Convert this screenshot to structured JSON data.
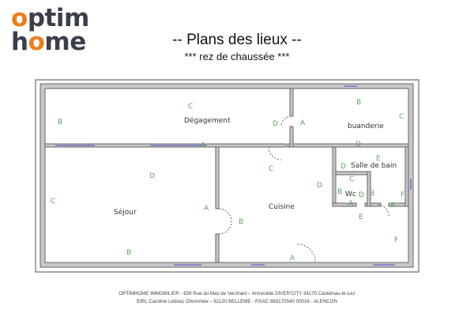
{
  "logo": {
    "line1_o": "o",
    "line1_rest": "ptim",
    "line2_h": "h",
    "line2_o": "o",
    "line2_rest": "me",
    "accent": "#f07d1a",
    "dark": "#3a3f4a"
  },
  "header": {
    "title": "-- Plans des lieux --",
    "subtitle": "*** rez de chaussée ***"
  },
  "rooms": {
    "degagement": {
      "name": "Dégagement",
      "walls": [
        "B",
        "C",
        "D",
        "A"
      ]
    },
    "buanderie": {
      "name": "buanderie",
      "walls": [
        "A",
        "B",
        "C",
        "D"
      ]
    },
    "salle_de_bain": {
      "name": "Salle de bain",
      "walls": [
        "D",
        "E",
        "F",
        "B",
        "A"
      ]
    },
    "wc": {
      "name": "Wc",
      "walls": [
        "B",
        "C",
        "D",
        "A"
      ]
    },
    "sejour": {
      "name": "Séjour",
      "walls": [
        "C",
        "D",
        "A",
        "B"
      ]
    },
    "cuisine": {
      "name": "Cuisine",
      "walls": [
        "C",
        "D",
        "B",
        "A",
        "E",
        "F"
      ]
    }
  },
  "labels": {
    "deg_B": "B",
    "deg_C": "C",
    "deg_D": "D",
    "deg_A": "A",
    "bua_A": "A",
    "bua_B": "B",
    "bua_C": "C",
    "bua_D": "D",
    "sdb_D": "D",
    "sdb_E": "E",
    "sdb_C": "C",
    "sdb_B": "B",
    "sdb_D2": "D",
    "sdb_A": "A",
    "sdb_F": "F",
    "wc_B": "B",
    "wc_A": "A",
    "sej_C": "C",
    "sej_D": "D",
    "sej_A": "A",
    "sej_B": "B",
    "cui_C": "C",
    "cui_D": "D",
    "cui_B": "B",
    "cui_A": "A",
    "cui_E": "E",
    "cui_F": "F"
  },
  "footer": {
    "line1": "OPTIMHOME IMMOBILIER - 639 Rue du Mas de Verchant – Immeuble DIVER'CITY 34170 Castelnau-le-Lez",
    "line2": "EIRL Caroline Lebouc Dhommée – 61130 BELLEME - RSAC 883170540 00016 - ALENCON"
  }
}
